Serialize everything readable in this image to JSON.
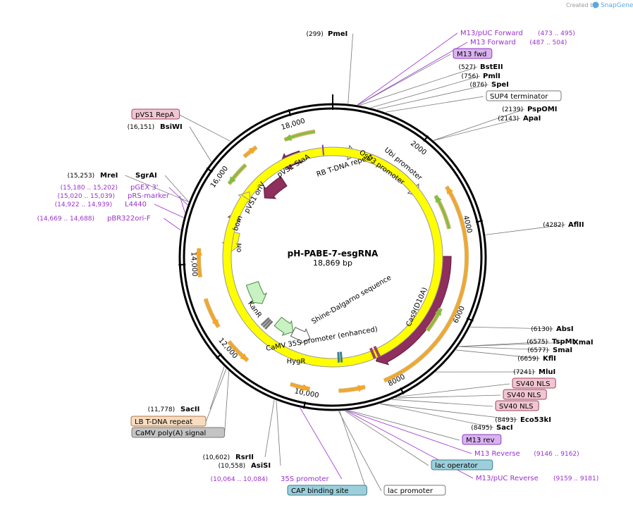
{
  "branding": {
    "created_by": "Created by",
    "brand": "SnapGene"
  },
  "plasmid": {
    "name": "pH-PABE-7-esgRNA",
    "size_label": "18,869 bp",
    "length": 18869
  },
  "ticks": [
    {
      "pos": 2000,
      "label": "2000"
    },
    {
      "pos": 4000,
      "label": "4000"
    },
    {
      "pos": 6000,
      "label": "6000"
    },
    {
      "pos": 8000,
      "label": "8000"
    },
    {
      "pos": 10000,
      "label": "10,000"
    },
    {
      "pos": 12000,
      "label": "12,000"
    },
    {
      "pos": 14000,
      "label": "14,000"
    },
    {
      "pos": 16000,
      "label": "16,000"
    },
    {
      "pos": 18000,
      "label": "18,000"
    }
  ],
  "inner_labels": [
    {
      "text": "RB T-DNA repeat",
      "pos": 18600
    },
    {
      "text": "OsU3 promoter",
      "pos": 495
    },
    {
      "text": "Ubi promoter",
      "pos": 1500
    },
    {
      "text": "pVS1 StaA",
      "pos": 17550
    },
    {
      "text": "pVS1 oriV",
      "pos": 16500
    },
    {
      "text": "bom",
      "pos": 15600
    },
    {
      "text": "ori",
      "pos": 14820
    },
    {
      "text": "KanR",
      "pos": 12960
    },
    {
      "text": "Cas9(D10A)",
      "pos": 6200
    },
    {
      "text": "Shine-Dalgarno sequence",
      "pos": 8550
    },
    {
      "text": "CaMV 35S promoter (enhanced)",
      "pos": 10900
    },
    {
      "text": "HygR",
      "pos": 10450
    }
  ],
  "labels": [
    {
      "name": "PmeI",
      "coord": "(299)",
      "kind": "site",
      "bold": true
    },
    {
      "name": "M13/pUC Forward",
      "coord": "(473 .. 495)",
      "kind": "primer"
    },
    {
      "name": "M13 Forward",
      "coord": "(487 .. 504)",
      "kind": "primer"
    },
    {
      "name": "M13 fwd",
      "kind": "feature",
      "fill": "#d9b3f0",
      "stroke": "#8a3ab9"
    },
    {
      "name": "BstEII",
      "coord": "(527)",
      "kind": "site",
      "bold": true
    },
    {
      "name": "PmlI",
      "coord": "(756)",
      "kind": "site",
      "bold": true
    },
    {
      "name": "SpeI",
      "coord": "(876)",
      "kind": "site",
      "bold": true
    },
    {
      "name": "SUP4 terminator",
      "kind": "feature",
      "fill": "#ffffff",
      "stroke": "#777777"
    },
    {
      "name": "PspOMI",
      "coord": "(2139)",
      "kind": "site",
      "bold": true
    },
    {
      "name": "ApaI",
      "coord": "(2143)",
      "kind": "site",
      "bold": true
    },
    {
      "name": "AflII",
      "coord": "(4282)",
      "kind": "site",
      "bold": true
    },
    {
      "name": "AbsI",
      "coord": "(6130)",
      "kind": "site",
      "bold": true
    },
    {
      "name": "TspMI",
      "coord": "(6575)",
      "kind": "site",
      "bold": true
    },
    {
      "name": "XmaI",
      "kind": "site",
      "bold": true
    },
    {
      "name": "SmaI",
      "coord": "(6577)",
      "kind": "site",
      "bold": true
    },
    {
      "name": "KflI",
      "coord": "(6659)",
      "kind": "site",
      "bold": true
    },
    {
      "name": "MluI",
      "coord": "(7241)",
      "kind": "site",
      "bold": true
    },
    {
      "name": "SV40 NLS",
      "kind": "feature",
      "fill": "#f1c6d3",
      "stroke": "#a0455f"
    },
    {
      "name": "SV40 NLS",
      "kind": "feature",
      "fill": "#f1c6d3",
      "stroke": "#a0455f"
    },
    {
      "name": "SV40 NLS",
      "kind": "feature",
      "fill": "#f1c6d3",
      "stroke": "#a0455f"
    },
    {
      "name": "Eco53kI",
      "coord": "(8493)",
      "kind": "site",
      "bold": true
    },
    {
      "name": "SacI",
      "coord": "(8495)",
      "kind": "site",
      "bold": true
    },
    {
      "name": "M13 rev",
      "kind": "feature",
      "fill": "#d9b3f0",
      "stroke": "#8a3ab9"
    },
    {
      "name": "M13 Reverse",
      "coord": "(9146 .. 9162)",
      "kind": "primer"
    },
    {
      "name": "lac operator",
      "kind": "feature",
      "fill": "#9ccfdb",
      "stroke": "#3d7f8f"
    },
    {
      "name": "M13/pUC Reverse",
      "coord": "(9159 .. 9181)",
      "kind": "primer"
    },
    {
      "name": "CAP binding site",
      "kind": "feature",
      "fill": "#9ccfdb",
      "stroke": "#3d7f8f"
    },
    {
      "name": "lac promoter",
      "kind": "feature",
      "fill": "#ffffff",
      "stroke": "#777777"
    },
    {
      "name": "35S promoter",
      "coord": "(10,064 .. 10,084)",
      "kind": "primer"
    },
    {
      "name": "AsiSI",
      "coord": "(10,558)",
      "kind": "site",
      "bold": true
    },
    {
      "name": "RsrII",
      "coord": "(10,602)",
      "kind": "site",
      "bold": true
    },
    {
      "name": "CaMV poly(A) signal",
      "kind": "feature",
      "fill": "#c4c4c4",
      "stroke": "#777777"
    },
    {
      "name": "LB T-DNA repeat",
      "kind": "feature",
      "fill": "#f6dcc0",
      "stroke": "#b07a45"
    },
    {
      "name": "SacII",
      "coord": "(11,778)",
      "kind": "site",
      "bold": true
    },
    {
      "name": "pBR322ori-F",
      "coord": "(14,669 .. 14,688)",
      "kind": "primer"
    },
    {
      "name": "L4440",
      "coord": "(14,922 .. 14,939)",
      "kind": "primer"
    },
    {
      "name": "pRS-marker",
      "coord": "(15,020 .. 15,039)",
      "kind": "primer"
    },
    {
      "name": "pGEX 3'",
      "coord": "(15,180 .. 15,202)",
      "kind": "primer"
    },
    {
      "name": "MreI",
      "coord": "(15,253)",
      "kind": "site",
      "bold": true
    },
    {
      "name": "SgrAI",
      "kind": "site",
      "bold": true
    },
    {
      "name": "BsiWI",
      "coord": "(16,151)",
      "kind": "site",
      "bold": true
    },
    {
      "name": "pVS1 RepA",
      "kind": "feature",
      "fill": "#f1c6d3",
      "stroke": "#a0455f"
    }
  ],
  "colors": {
    "backbone": "#000000",
    "cds": "#8e2f5e",
    "orange": "#f5a623",
    "green": "#7fbf3f",
    "primer": "#9b30d0",
    "site_text": "#000000",
    "coord_text": "#000000",
    "promoter_fill": "#ffffff",
    "marker_fill": "#c9f2c3",
    "ori_fill": "#ffff00",
    "bom_fill": "#999999"
  }
}
